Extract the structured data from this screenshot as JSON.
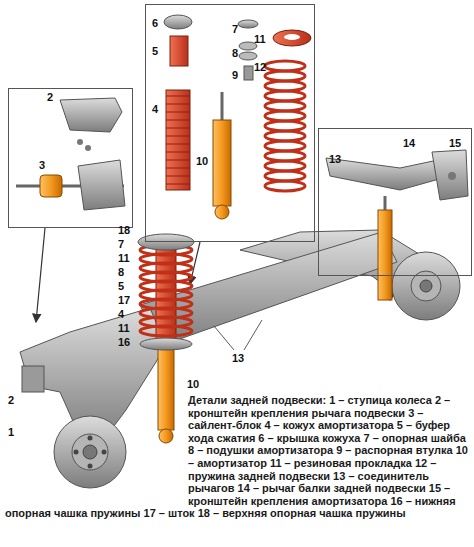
{
  "diagram": {
    "caption": "Детали задней подвески: 1 – ступица колеса 2 – кронштейн крепления рычага подвески 3 – сайлент-блок 4 – кожух амортизатора 5 – буфер хода сжатия 6 – крышка кожуха 7 – опорная шайба 8 – подушки амортизатора 9 – распорная втулка 10 – амортизатор 11 – резиновая прокладка 12 – пружина задней подвески 13 – соединитель рычагов 14 – рычаг балки задней подвески 15 – кронштейн крепления амортизатора 16 – нижняя опорная чашка пружины 17 – шток 18 – верхняя опорная чашка пружины",
    "nodes": [
      {
        "text": [
          "2",
          "3"
        ]
      },
      {
        "text": [
          "6",
          "5",
          "4",
          "7",
          "8",
          "9",
          "11",
          "12",
          "10"
        ]
      },
      {
        "text": [
          "13",
          "14",
          "15"
        ]
      }
    ],
    "labels": [
      "18",
      "7",
      "11",
      "8",
      "5",
      "17",
      "4",
      "11",
      "16",
      "13",
      "10",
      "2",
      "1"
    ]
  }
}
